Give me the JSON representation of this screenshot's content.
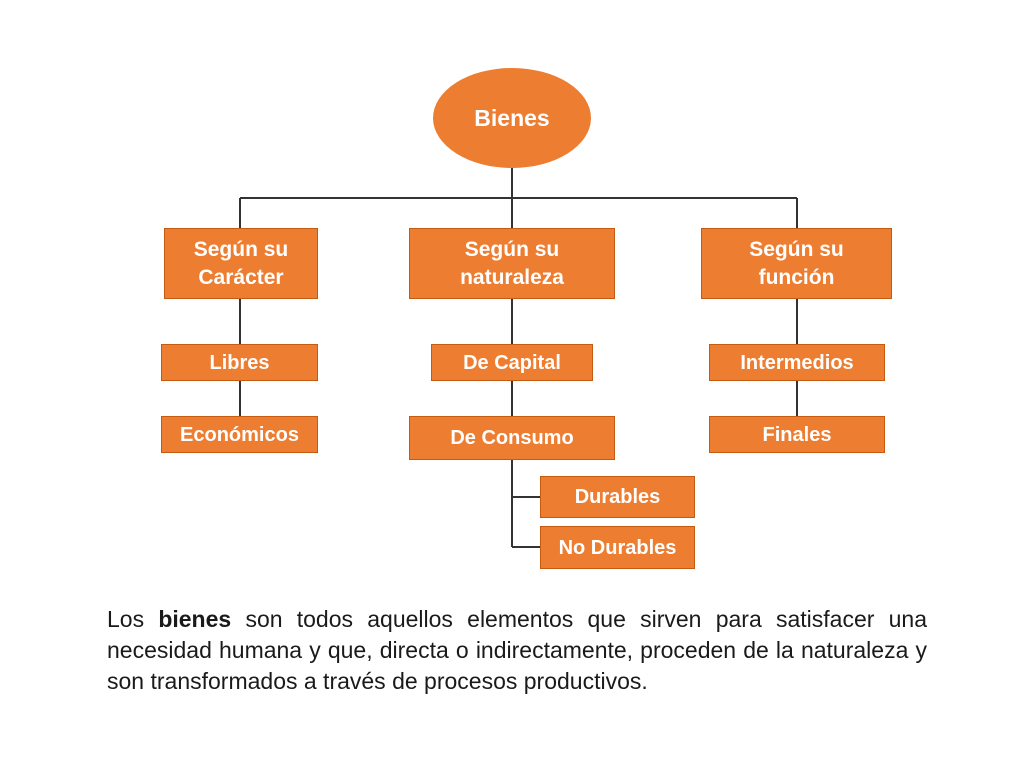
{
  "diagram": {
    "root": "Bienes",
    "categories": [
      {
        "line1": "Según su",
        "line2": "Carácter",
        "items": [
          "Libres",
          "Económicos"
        ]
      },
      {
        "line1": "Según su",
        "line2": "naturaleza",
        "items": [
          "De Capital",
          "De Consumo"
        ],
        "subitems": [
          "Durables",
          "No Durables"
        ]
      },
      {
        "line1": "Según su",
        "line2": "función",
        "items": [
          "Intermedios",
          "Finales"
        ]
      }
    ],
    "colors": {
      "box_fill": "#ed7d31",
      "box_border": "#c55a11",
      "text": "#ffffff",
      "connector": "#333333"
    }
  },
  "description": {
    "prefix": "Los",
    "bold": "bienes",
    "suffix": "son todos aquellos elementos que sirven para satisfacer una necesidad humana y que, directa o indirectamente, proceden de la naturaleza y son transformados a través de procesos productivos."
  }
}
